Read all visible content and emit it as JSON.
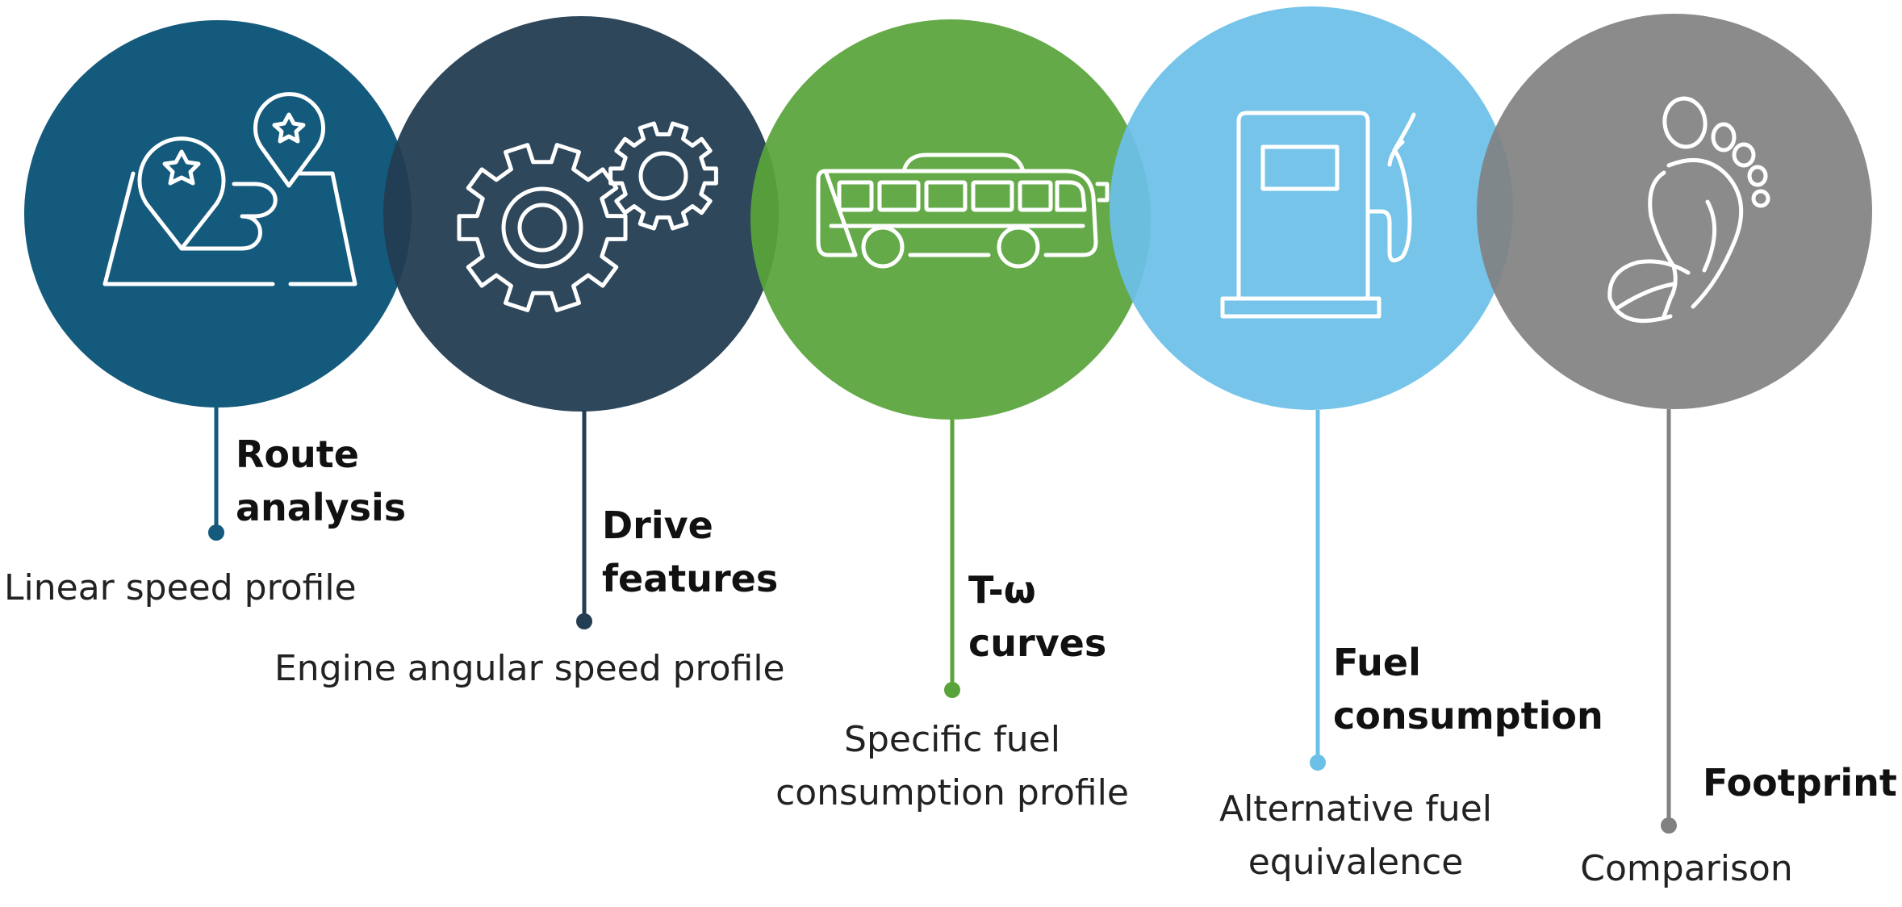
{
  "steps": [
    {
      "title": "Route\nanalysis",
      "description": "Linear speed profile",
      "color": "#145a7c",
      "icon": "route-map-pin-icon"
    },
    {
      "title": "Drive\nfeatures",
      "description": "Engine angular speed profile",
      "color": "#233d52",
      "icon": "gears-icon"
    },
    {
      "title": "T-ω\ncurves",
      "description": "Specific fuel\nconsumption profile",
      "color": "#59a43a",
      "icon": "bus-icon"
    },
    {
      "title": "Fuel\nconsumption",
      "description": "Alternative fuel\nequivalence",
      "color": "#6cc0e8",
      "icon": "fuel-pump-icon"
    },
    {
      "title": "Footprint",
      "description": "Comparison",
      "color": "#818181",
      "icon": "footprint-leaf-icon"
    }
  ]
}
